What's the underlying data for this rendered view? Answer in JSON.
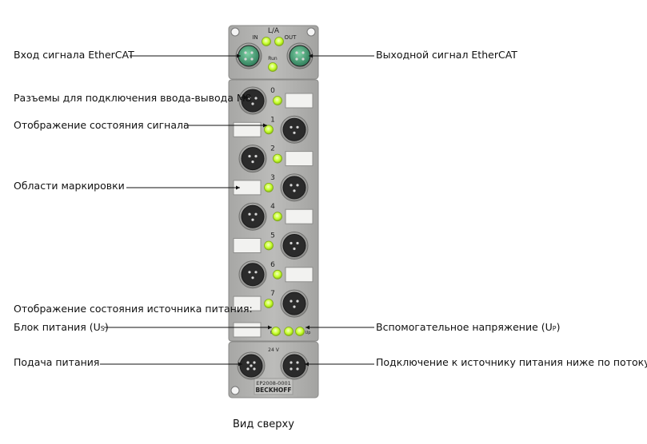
{
  "device": {
    "top_label": "L/A",
    "in_label": "IN",
    "out_label": "OUT",
    "run_label": "Run",
    "channel_numbers": [
      "0",
      "1",
      "2",
      "3",
      "4",
      "5",
      "6",
      "7"
    ],
    "us_label": "Us",
    "up_label": "Up",
    "power_label": "24 V",
    "model": "EP2008-0001",
    "brand": "BECKHOFF"
  },
  "callouts": {
    "ethercat_in": "Вход сигнала EtherCAT",
    "ethercat_out": "Выходной сигнал EtherCAT",
    "m8_connectors": "Разъемы для подключения ввода-вывода M8",
    "signal_status": "Отображение состояния сигнала",
    "marking_areas": "Области маркировки",
    "power_status": "Отображение состояния источника питания:",
    "power_supply_prefix": "Блок питания (U",
    "power_supply_sub": "S",
    "aux_voltage_prefix": "Вспомогательное напряжение (U",
    "aux_voltage_sub": "P",
    "close_paren": ")",
    "power_feed": "Подача питания",
    "power_downstream": "Подключение к источнику питания ниже по потоку"
  },
  "caption": "Вид сверху",
  "colors": {
    "housing": "#b4b4b2",
    "led_green": "#c6ff2a",
    "connector_green": "#49a27c",
    "line": "#111111"
  }
}
